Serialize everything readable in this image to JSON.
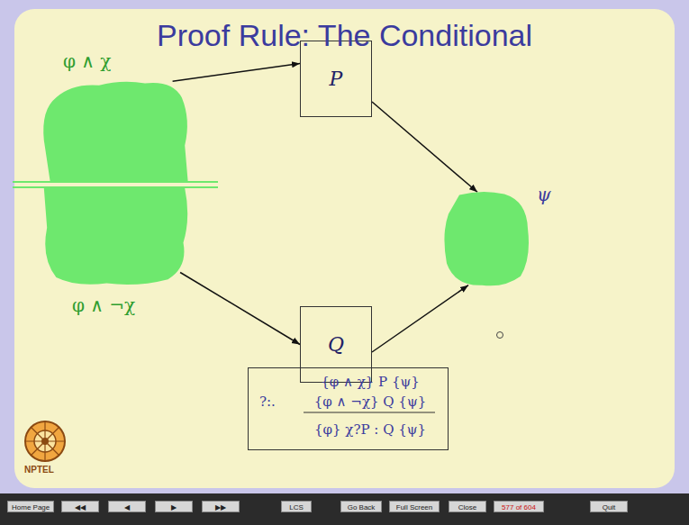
{
  "diagram": {
    "title": "Proof Rule: The Conditional",
    "nodes": [
      {
        "text": [
          "φ ∧ χ"
        ]
      },
      {
        "text": [
          "P"
        ]
      },
      {
        "text": [
          "φ ∧ ¬χ"
        ]
      },
      {
        "text": [
          "Q"
        ]
      },
      {
        "text": [
          "ψ"
        ]
      },
      {
        "text": [
          "{φ ∧ χ} P {ψ}",
          "?:.",
          "{φ ∧ ¬χ} Q {ψ}",
          "{φ} χ?P : Q {ψ}"
        ]
      }
    ],
    "edges": [
      {
        "from": 0,
        "to": 1,
        "arrow": "to"
      },
      {
        "from": 1,
        "to": 4,
        "arrow": "to"
      },
      {
        "from": 2,
        "to": 3,
        "arrow": "to"
      },
      {
        "from": 3,
        "to": 4,
        "arrow": "to"
      }
    ],
    "labels": [
      "NPTEL",
      "Home Page",
      "◀◀",
      "◀",
      "▶",
      "▶▶",
      "LCS",
      "Go Back",
      "Full Screen",
      "Close",
      "577 of 604",
      "Quit"
    ]
  }
}
